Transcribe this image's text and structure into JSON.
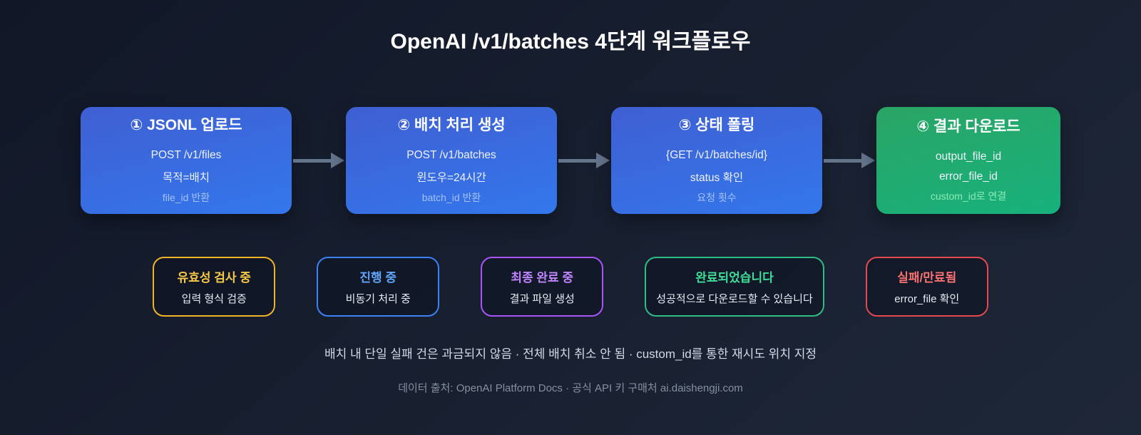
{
  "title": "OpenAI /v1/batches 4단계 워크플로우",
  "steps": [
    {
      "heading": "① JSONL 업로드",
      "lines": [
        "POST /v1/files",
        "목적=배치",
        "file_id 반환"
      ],
      "gradient_top": "#3f5fd2",
      "gradient_bottom": "#3377ec",
      "muted_text_color": "#a3c1f4"
    },
    {
      "heading": "② 배치 처리 생성",
      "lines": [
        "POST /v1/batches",
        "윈도우=24시간",
        "batch_id 반환"
      ],
      "gradient_top": "#3f5fd2",
      "gradient_bottom": "#3377ec",
      "muted_text_color": "#a3c1f4"
    },
    {
      "heading": "③ 상태 폴링",
      "lines": [
        "{GET /v1/batches/id}",
        "status 확인",
        "요청 횟수"
      ],
      "gradient_top": "#3f5fd2",
      "gradient_bottom": "#3377ec",
      "muted_text_color": "#a3c1f4"
    },
    {
      "heading": "④ 결과 다운로드",
      "lines": [
        "output_file_id",
        "error_file_id",
        "custom_id로 연결"
      ],
      "gradient_top": "#2aa565",
      "gradient_bottom": "#17b17c",
      "muted_text_color": "#8deab9"
    }
  ],
  "statuses": [
    {
      "label": "유효성 검사 중",
      "description": "입력 형식 검증",
      "border_color": "#f0b429",
      "label_color": "#f7c948"
    },
    {
      "label": "진행 중",
      "description": "비동기 처리 중",
      "border_color": "#3b82f6",
      "label_color": "#60a5fa"
    },
    {
      "label": "최종 완료 중",
      "description": "결과 파일 생성",
      "border_color": "#a855f7",
      "label_color": "#c084fc"
    },
    {
      "label": "완료되었습니다",
      "description": "성공적으로 다운로드할 수 있습니다",
      "border_color": "#2ebd85",
      "label_color": "#3ddc97"
    },
    {
      "label": "실패/만료됨",
      "description": "error_file 확인",
      "border_color": "#e5484d",
      "label_color": "#f87171"
    }
  ],
  "note": "배치 내 단일 실패 건은 과금되지 않음 · 전체 배치 취소 안 됨 · custom_id를 통한 재시도 위치 지정",
  "footer": "데이터 출처: OpenAI Platform Docs · 공식 API 키 구매처 ai.daishengji.com",
  "colors": {
    "background_top": "#111727",
    "background_bottom": "#1e2738",
    "arrow": "#64748b",
    "title_text": "#ffffff",
    "note_text": "#d3dae6",
    "footer_text": "#84909f"
  }
}
